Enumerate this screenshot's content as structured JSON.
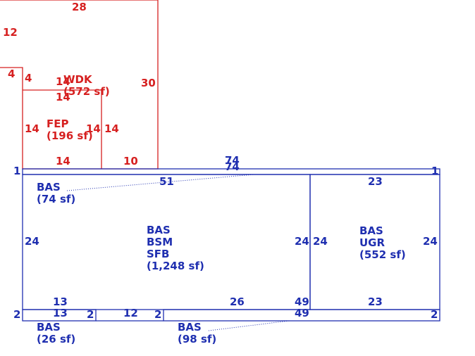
{
  "colors": {
    "upper": "#d62020",
    "lower": "#1f2fb0"
  },
  "areas": {
    "wdk": {
      "code": "WDK",
      "area": "(572 sf)"
    },
    "fep": {
      "code": "FEP",
      "area": "(196 sf)"
    },
    "bas_top": {
      "code": "BAS",
      "area": "(74 sf)"
    },
    "main": {
      "line1": "BAS",
      "line2": "BSM",
      "line3": "SFB",
      "area": "(1,248 sf)"
    },
    "ugr": {
      "line1": "BAS",
      "line2": "UGR",
      "area": "(552 sf)"
    },
    "bas_small": {
      "code": "BAS",
      "area": "(26 sf)"
    },
    "bas_mid": {
      "code": "BAS",
      "area": "(98 sf)"
    }
  },
  "dimensions": {
    "wdk_top": "28",
    "wdk_left": "12",
    "wdk_step": "4",
    "wdk_inner": "4",
    "wdk_inner_a": "14",
    "wdk_inner_b": "14",
    "wdk_right": "30",
    "fep_left": "14",
    "fep_right_inner": "14",
    "fep_right_outer": "14",
    "fep_bottom": "14",
    "wdk_bottom": "10",
    "strip_top_a": "74",
    "strip_top_b": "74",
    "strip_left": "1",
    "strip_right": "1",
    "bas_top_line": "51",
    "ugr_top": "23",
    "main_left": "24",
    "main_right": "24",
    "ugr_left": "24",
    "ugr_right": "24",
    "small_top_a": "13",
    "small_top_b": "13",
    "small_left": "2",
    "small_right": "2",
    "gap": "12",
    "mid_left": "2",
    "mid_top": "26",
    "mid_top_a": "49",
    "mid_top_b": "49",
    "ugr_bottom": "23",
    "mid_right": "2"
  }
}
